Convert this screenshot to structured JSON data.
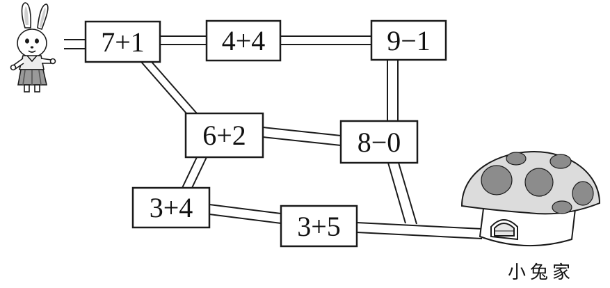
{
  "boxes": {
    "b71": "7+1",
    "b44": "4+4",
    "b91": "9−1",
    "b62": "6+2",
    "b80": "8−0",
    "b34": "3+4",
    "b35": "3+5"
  },
  "home_label": "小兔家",
  "icons": {
    "rabbit": "rabbit-icon",
    "mushroom_house": "mushroom-house-icon"
  },
  "colors": {
    "ink": "#1a1a1a",
    "mushroom_cap": "#dcdcdc",
    "mushroom_spots": "#8c8c8c"
  }
}
